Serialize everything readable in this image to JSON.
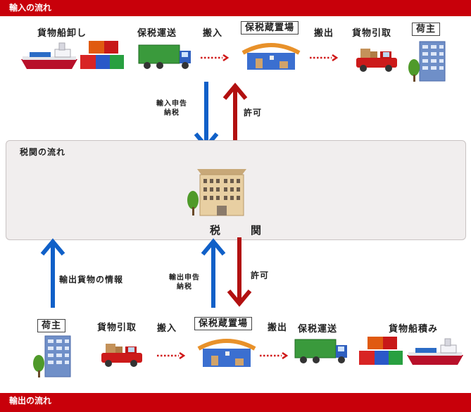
{
  "import_flow": {
    "header": "輸入の流れ",
    "steps": [
      "貨物船卸し",
      "保税運送",
      "搬入",
      "保税蔵置場",
      "搬出",
      "貨物引取",
      "荷主"
    ]
  },
  "customs": {
    "panel_title": "税関の流れ",
    "label": "税　関",
    "import_declaration": "輸入申告\n納税",
    "import_permit": "許可",
    "export_info": "輸出貨物の情報",
    "export_declaration": "輸出申告\n納税",
    "export_permit": "許可"
  },
  "export_flow": {
    "header": "輸出の流れ",
    "steps": [
      "荷主",
      "貨物引取",
      "搬入",
      "保税蔵置場",
      "搬出",
      "保税運送",
      "貨物船積み"
    ]
  },
  "colors": {
    "band": "#c8000a",
    "down_arrow": "#1060c8",
    "up_arrow": "#b21010",
    "dotted_arrow": "#d01818"
  }
}
